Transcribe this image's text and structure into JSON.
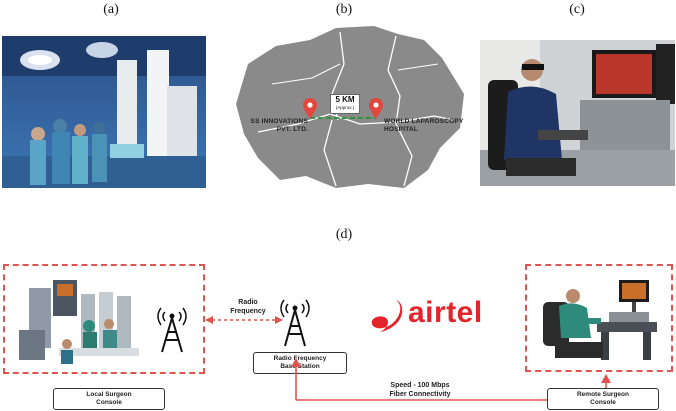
{
  "panels": {
    "a": {
      "label": "(a)"
    },
    "b": {
      "label": "(b)"
    },
    "c": {
      "label": "(c)"
    },
    "d": {
      "label": "(d)"
    }
  },
  "map": {
    "left_name": "SS INNOVATIONS PVT. LTD.",
    "left_line1": "SS INNOVATIONS",
    "left_line2": "PVT. LTD.",
    "right_line1": "WORLD LAPAROSCOPY",
    "right_line2": "HOSPITAL",
    "distance": "5 KM",
    "distance_note": "(Approx.)",
    "pin_color": "#e2473b",
    "route_color": "#2f8f3a"
  },
  "diagram": {
    "local_console_line1": "Local Surgeon",
    "local_console_line2": "Console",
    "remote_console_line1": "Remote Surgeon",
    "remote_console_line2": "Console",
    "radio_line1": "Radio",
    "radio_line2": "Frequency",
    "base_line1": "Radio Frequency",
    "base_line2": "Base Station",
    "speed_line1": "Speed - 100 Mbps",
    "speed_line2": "Fiber Connectivity",
    "brand": "airtel",
    "brand_color": "#e4232b",
    "dash_color": "#e0534f"
  }
}
